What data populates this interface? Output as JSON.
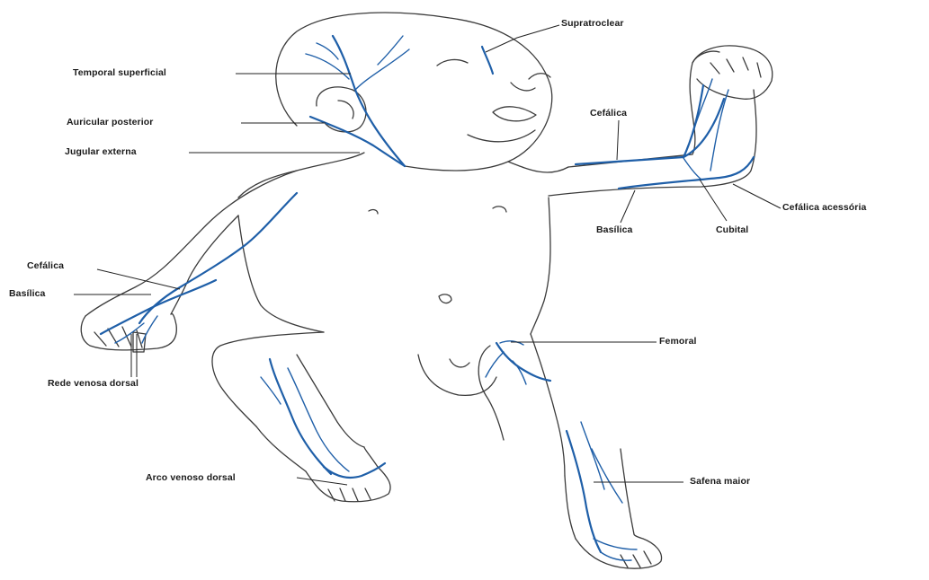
{
  "colors": {
    "vein": "#1f5fa8",
    "outline": "#3b3b3b",
    "leader": "#222222",
    "background": "#ffffff"
  },
  "labels": {
    "supratroclear": "Supratroclear",
    "temporal_superficial": "Temporal superficial",
    "auricular_posterior": "Auricular posterior",
    "jugular_externa": "Jugular externa",
    "cefalica_right_arm": "Cefálica",
    "cefalica_acessoria": "Cefálica acessória",
    "basilica_right_arm": "Basílica",
    "cubital": "Cubital",
    "cefalica_left_arm": "Cefálica",
    "basilica_left_arm": "Basílica",
    "rede_venosa_dorsal": "Rede venosa dorsal",
    "femoral": "Femoral",
    "arco_venoso_dorsal": "Arco venoso dorsal",
    "safena_maior": "Safena maior"
  }
}
